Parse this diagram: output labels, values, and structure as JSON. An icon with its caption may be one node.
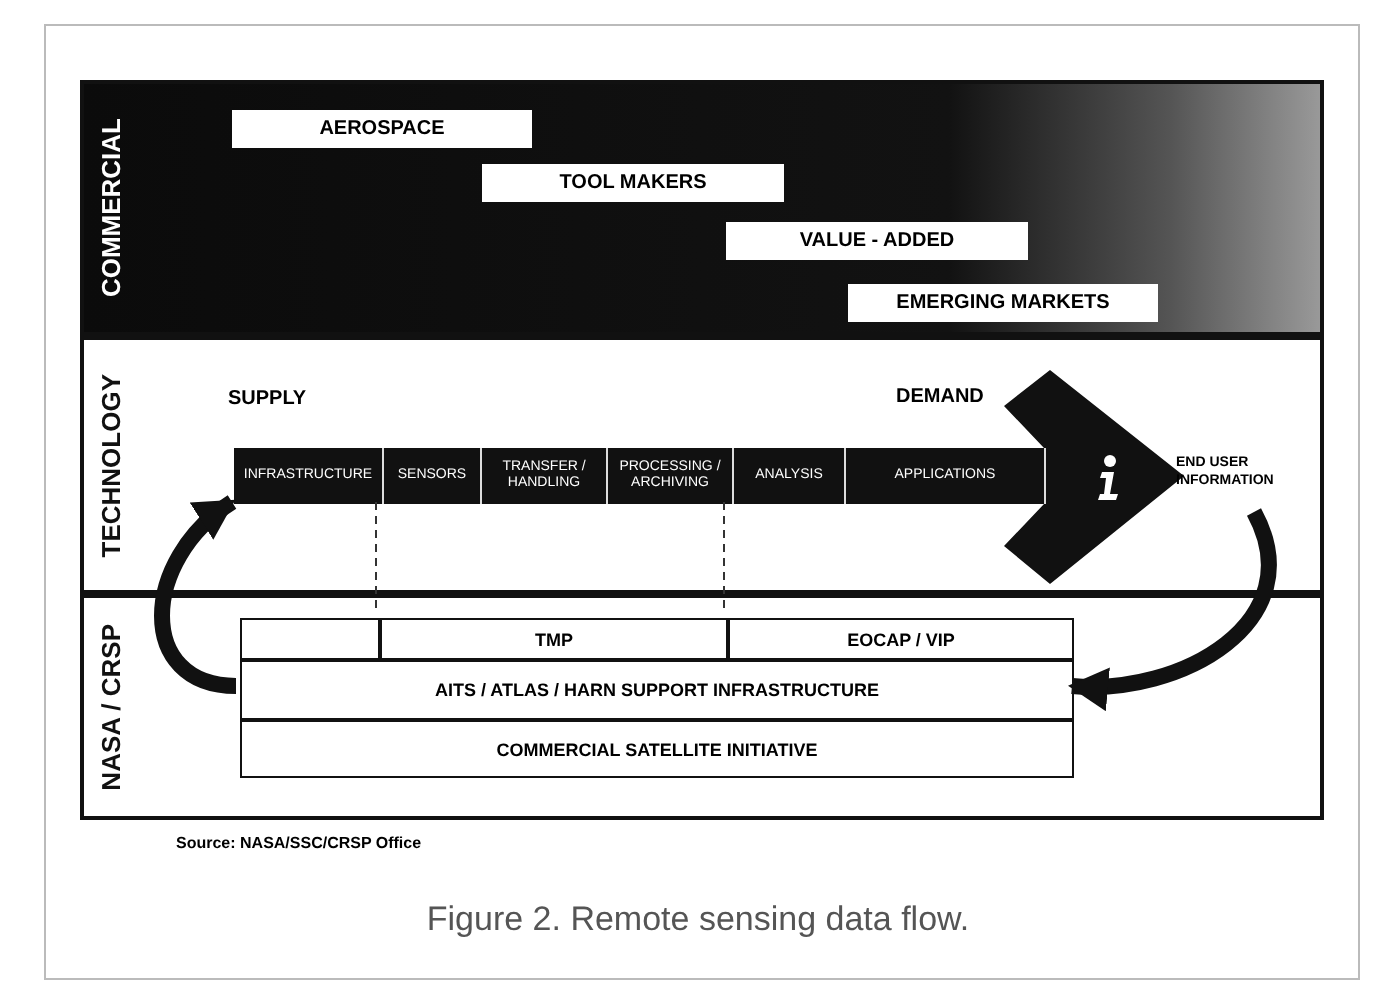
{
  "diagram": {
    "caption": "Figure 2. Remote sensing data flow.",
    "nodes": [
      {
        "text": [
          "COMMERCIAL"
        ]
      },
      {
        "text": [
          "AEROSPACE"
        ],
        "in": 0
      },
      {
        "text": [
          "TOOL MAKERS"
        ],
        "in": 0
      },
      {
        "text": [
          "VALUE - ADDED"
        ],
        "in": 0
      },
      {
        "text": [
          "EMERGING MARKETS"
        ],
        "in": 0
      },
      {
        "text": [
          "TECHNOLOGY"
        ]
      },
      {
        "text": [],
        "shape": "arrow",
        "in": 5
      },
      {
        "text": [
          "INFRASTRUCTURE"
        ],
        "in": 6
      },
      {
        "text": [
          "SENSORS"
        ],
        "in": 6
      },
      {
        "text": [
          "TRANSFER / HANDLING"
        ],
        "in": 6
      },
      {
        "text": [
          "PROCESSING / ARCHIVING"
        ],
        "in": 6
      },
      {
        "text": [
          "ANALYSIS"
        ],
        "in": 6
      },
      {
        "text": [
          "APPLICATIONS"
        ],
        "in": 6
      },
      {
        "text": [
          "END USER INFORMATION"
        ],
        "in": 5
      },
      {
        "text": [
          "NASA / CRSP"
        ]
      },
      {
        "text": [],
        "shape": "box",
        "in": 14
      },
      {
        "text": [
          "TMP"
        ],
        "in": 14
      },
      {
        "text": [
          "EOCAP / VIP"
        ],
        "in": 14
      },
      {
        "text": [
          "AITS / ATLAS / HARN SUPPORT INFRASTRUCTURE"
        ],
        "in": 14
      },
      {
        "text": [
          "COMMERCIAL SATELLITE INITIATIVE"
        ],
        "in": 14
      }
    ],
    "edges": [
      {
        "from": 18,
        "to": 7,
        "arrow": "to"
      },
      {
        "from": 13,
        "to": 18,
        "arrow": "to"
      }
    ],
    "labels": [
      "SUPPLY",
      "DEMAND",
      "Source: NASA/SSC/CRSP Office"
    ]
  }
}
